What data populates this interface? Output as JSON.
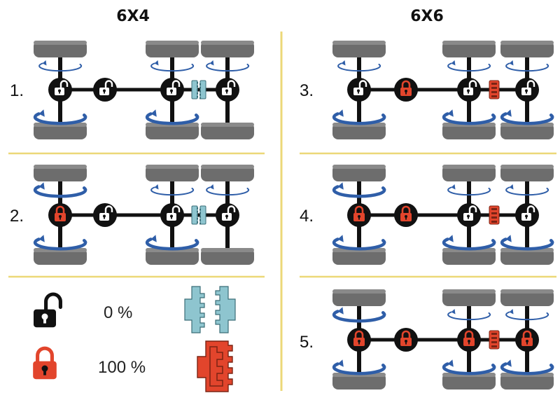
{
  "headers": {
    "left": "6X4",
    "right": "6X6"
  },
  "configs": [
    {
      "label": "1.",
      "diffs": [
        "open",
        "open",
        "open",
        "open"
      ],
      "coupler": "open"
    },
    {
      "label": "2.",
      "diffs": [
        "locked",
        "open",
        "open",
        "open"
      ],
      "coupler": "open"
    },
    {
      "label": "3.",
      "diffs": [
        "open",
        "locked",
        "open",
        "open"
      ],
      "coupler": "locked"
    },
    {
      "label": "4.",
      "diffs": [
        "locked",
        "locked",
        "open",
        "open"
      ],
      "coupler": "locked"
    },
    {
      "label": "5.",
      "diffs": [
        "locked",
        "locked",
        "locked",
        "locked"
      ],
      "coupler": "locked"
    }
  ],
  "legend": {
    "open_value": "0 %",
    "locked_value": "100 %"
  },
  "colors": {
    "divider_yellow": "#ecd878",
    "tire_gray": "#6d6d6d",
    "arrow_blue": "#2f5ea8",
    "lock_red": "#e2452c",
    "coupler_blue": "#8ec5cf",
    "axle_black": "#111111"
  }
}
